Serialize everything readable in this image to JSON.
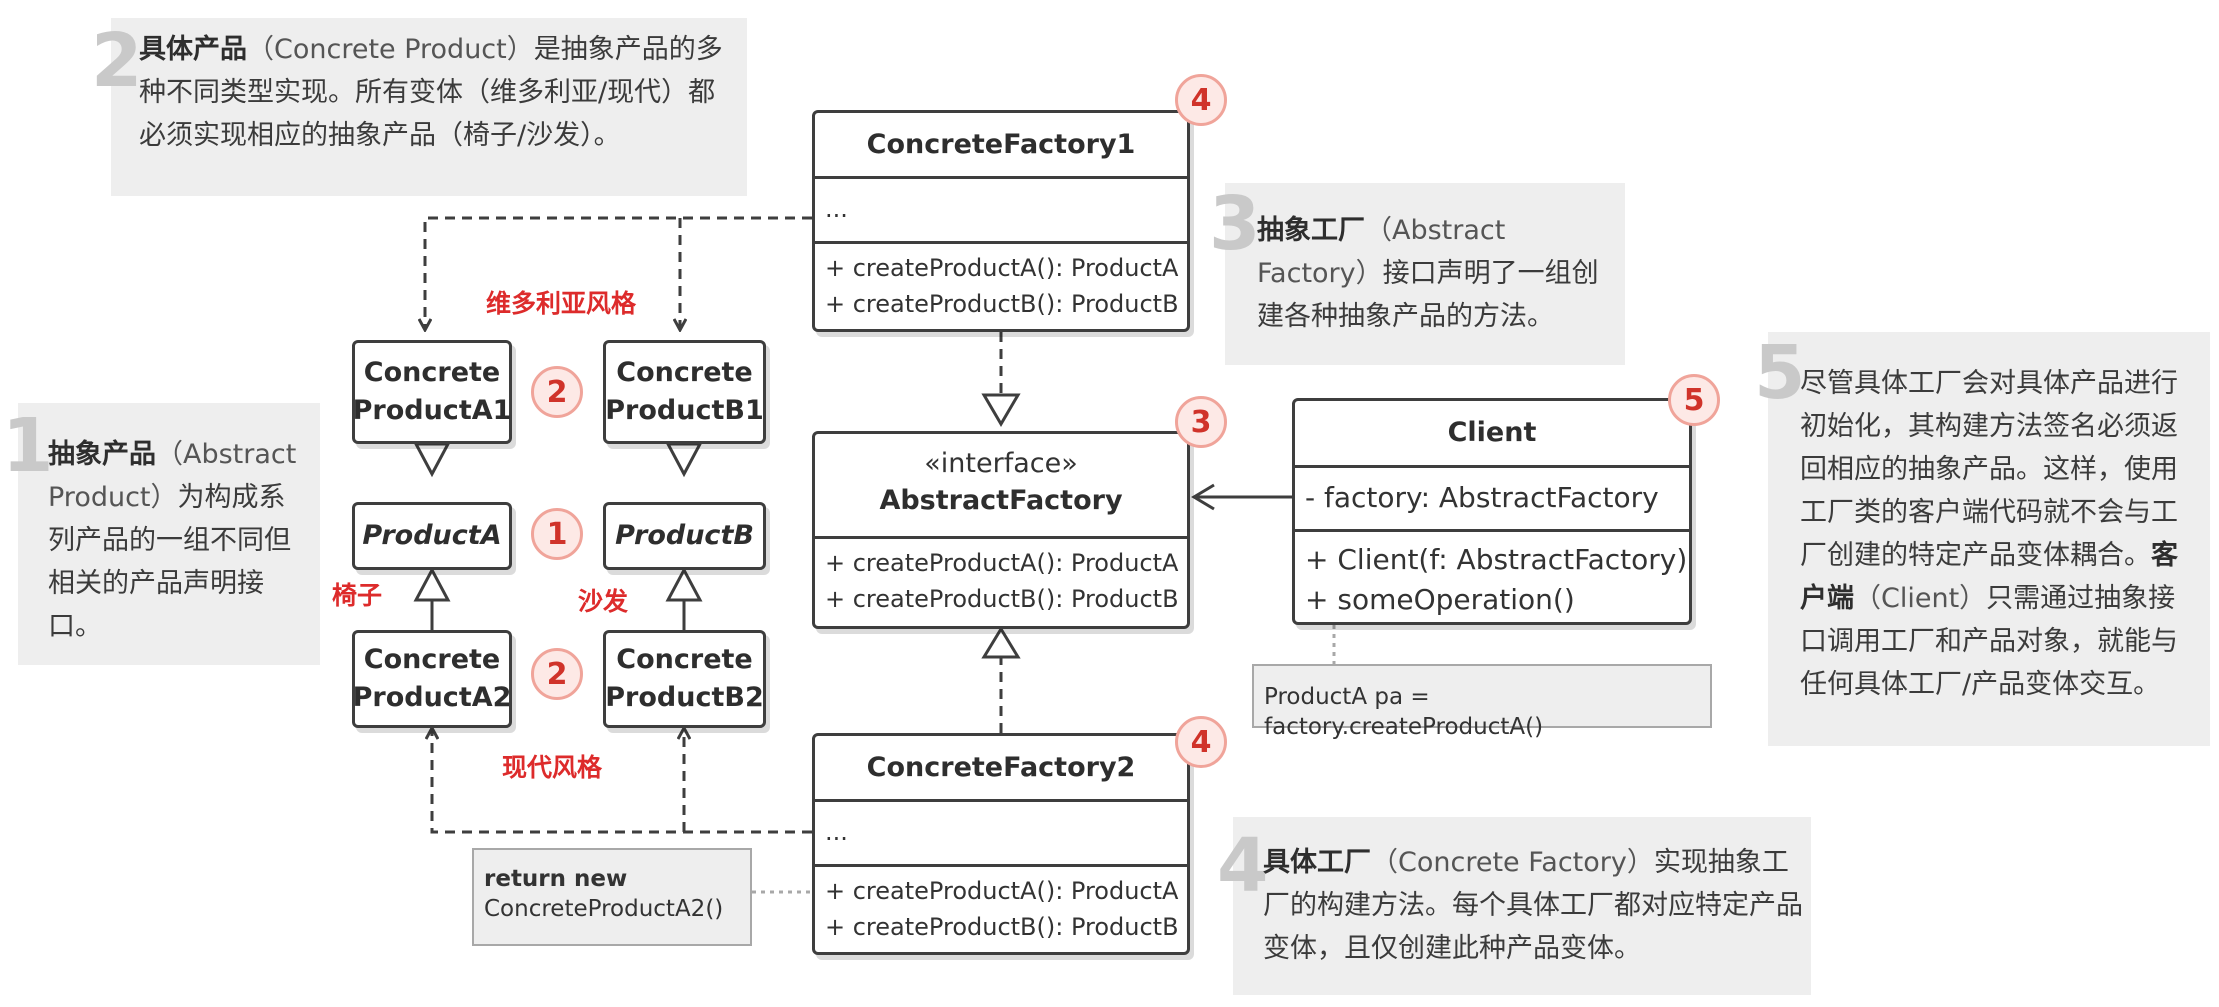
{
  "notes": {
    "n1": {
      "num": "1",
      "title": "抽象产品",
      "en": "（Abstract Product）",
      "body": "为构成系列产品的一组不同但相关的产品声明接口。"
    },
    "n2": {
      "num": "2",
      "title": "具体产品",
      "en": "（Concrete Product）",
      "body": "是抽象产品的多种不同类型实现。所有变体（维多利亚/现代）都必须实现相应的抽象产品（椅子/沙发）。"
    },
    "n3": {
      "num": "3",
      "title": "抽象工厂",
      "en": "（Abstract Factory）",
      "body": "接口声明了一组创建各种抽象产品的方法。"
    },
    "n4": {
      "num": "4",
      "title": "具体工厂",
      "en": "（Concrete Factory）",
      "body": "实现抽象工厂的构建方法。每个具体工厂都对应特定产品变体，且仅创建此种产品变体。"
    },
    "n5": {
      "num": "5",
      "body1": "尽管具体工厂会对具体产品进行初始化，其构建方法签名必须返回相应的抽象产品。这样，使用工厂类的客户端代码就不会与工厂创建的特定产品变体耦合。",
      "title": "客户端",
      "en": "（Client）",
      "body2": "只需通过抽象接口调用工厂和产品对象，就能与任何具体工厂/产品变体交互。"
    }
  },
  "classes": {
    "cf1": {
      "name": "ConcreteFactory1",
      "fields": "...",
      "m1": "+ createProductA(): ProductA",
      "m2": "+ createProductB(): ProductB"
    },
    "af": {
      "stereotype": "«interface»",
      "name": "AbstractFactory",
      "m1": "+ createProductA(): ProductA",
      "m2": "+ createProductB(): ProductB"
    },
    "cf2": {
      "name": "ConcreteFactory2",
      "fields": "...",
      "m1": "+ createProductA(): ProductA",
      "m2": "+ createProductB(): ProductB"
    },
    "client": {
      "name": "Client",
      "field": "- factory: AbstractFactory",
      "m1": "+ Client(f: AbstractFactory)",
      "m2": "+ someOperation()"
    }
  },
  "products": {
    "cpa1": "Concrete ProductA1",
    "cpb1": "Concrete ProductB1",
    "pa": "ProductA",
    "pb": "ProductB",
    "cpa2": "Concrete ProductA2",
    "cpb2": "Concrete ProductB2"
  },
  "badges": {
    "b_cf1": "4",
    "b_af": "3",
    "b_cf2": "4",
    "b_client": "5",
    "b_p1": "2",
    "b_pa": "1",
    "b_p2": "2"
  },
  "labels": {
    "victorian": "维多利亚风格",
    "modern": "现代风格",
    "chair": "椅子",
    "sofa": "沙发"
  },
  "code": {
    "client": "ProductA pa = factory.createProductA()",
    "cf2_kw": "return new",
    "cf2_rest": "ConcreteProductA2()"
  },
  "colors": {
    "accent_red": "#dd2b2b",
    "note_bg": "#eeeeee",
    "line": "#3e3e3e"
  }
}
